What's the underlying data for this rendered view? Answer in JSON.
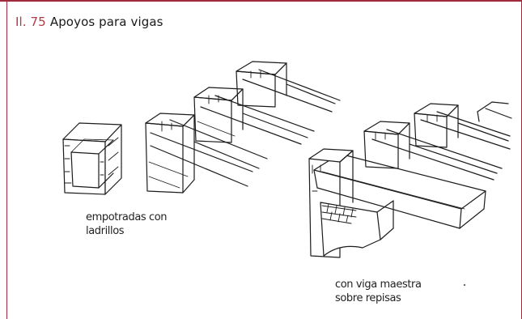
{
  "figure": {
    "number": "Il. 75",
    "title": "Apoyos para vigas"
  },
  "labels": {
    "built_in": [
      "empotradas con",
      "ladrillos"
    ],
    "on_corbels": [
      "con viga maestra",
      "sobre repisas"
    ]
  },
  "colors": {
    "frame": "#9e2a3c",
    "figure_number": "#b03a48",
    "ink": "#1c1c1c"
  }
}
